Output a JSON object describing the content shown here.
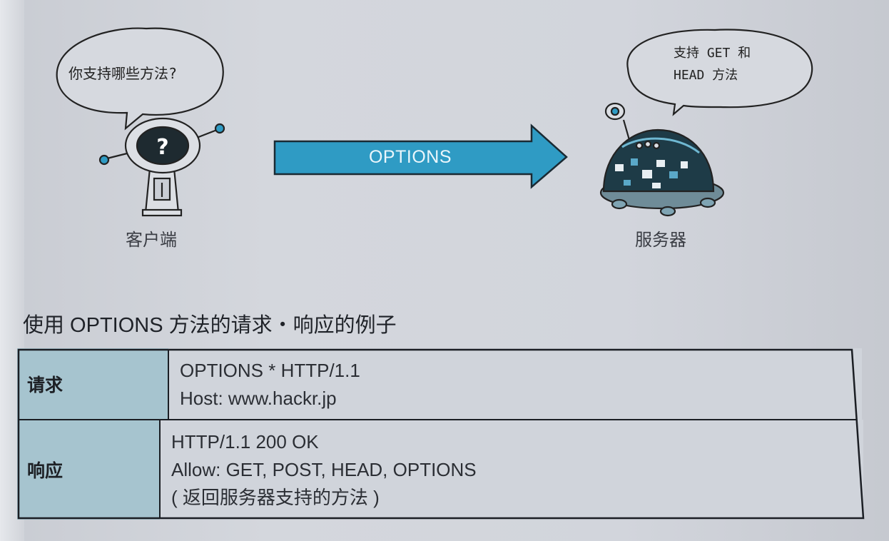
{
  "diagram": {
    "client_bubble": "你支持哪些方法?",
    "server_bubble_lines": [
      "支持 GET 和",
      "HEAD 方法"
    ],
    "arrow_label": "OPTIONS",
    "client_label": "客户端",
    "server_label": "服务器"
  },
  "section_title": "使用 OPTIONS 方法的请求・响应的例子",
  "table": {
    "rows": [
      {
        "header": "请求",
        "lines": [
          "OPTIONS * HTTP/1.1",
          "Host: www.hackr.jp"
        ]
      },
      {
        "header": "响应",
        "lines": [
          "HTTP/1.1 200 OK",
          "Allow: GET, POST, HEAD, OPTIONS",
          "( 返回服务器支持的方法 )"
        ]
      }
    ]
  },
  "colors": {
    "arrow": "#2f9bc4",
    "header_cell": "#a6c4cf",
    "robot_dark": "#1e3b47"
  }
}
